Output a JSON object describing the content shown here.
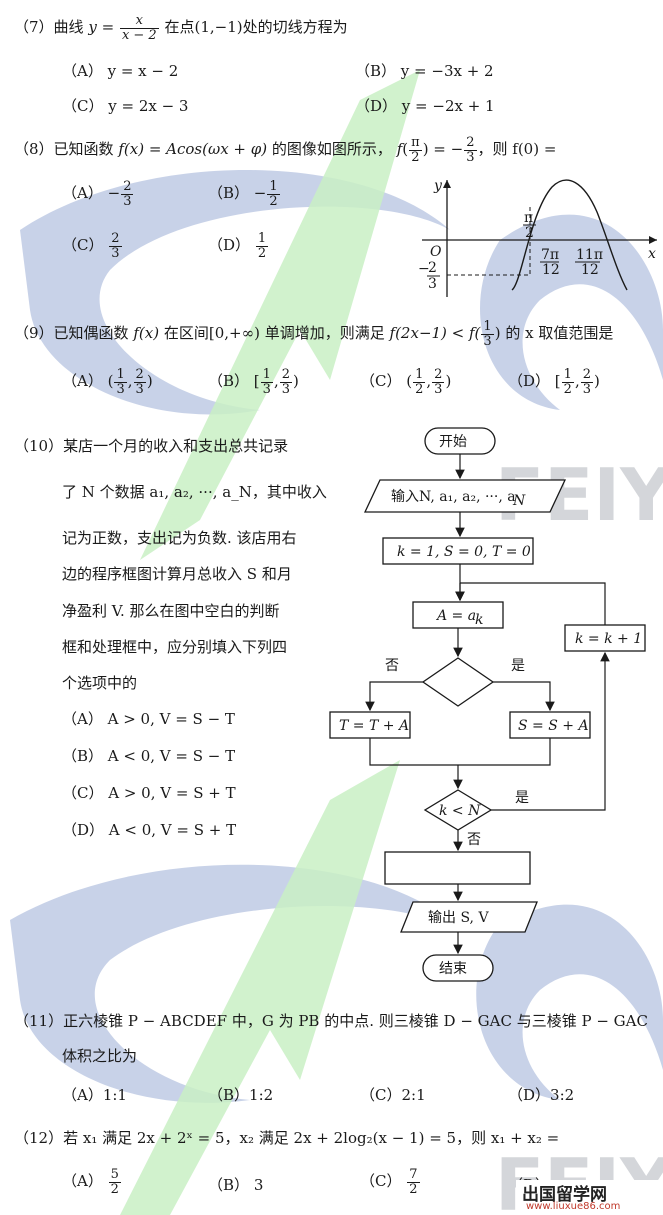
{
  "q7": {
    "num": "（7）",
    "stem_a": "曲线",
    "stem_b": "在点",
    "point": "(1,−1)",
    "stem_c": "处的切线方程为",
    "options": [
      "（A）  y = x − 2",
      "（B）  y = −3x + 2",
      "（C）  y = 2x − 3",
      "（D）  y = −2x + 1"
    ]
  },
  "q8": {
    "num": "（8）",
    "stem_a": "已知函数",
    "stem_b": "f(x) = Acos(ωx + φ)",
    "stem_c": "的图像如图所示，",
    "stem_d": "，则 f(0) =",
    "labels": [
      "（A）",
      "（B）",
      "（C）",
      "（D）"
    ],
    "graph": {
      "y": "y",
      "x": "x",
      "o": "O",
      "t1n": "π",
      "t1d": "2",
      "t2n": "7π",
      "t2d": "12",
      "t3n": "11π",
      "t3d": "12",
      "ymn": "2",
      "ymd": "3",
      "minus": "−"
    }
  },
  "q9": {
    "num": "（9）",
    "stem_a": "已知偶函数",
    "stem_b": "f(x)",
    "stem_c": "在区间",
    "interval": "[0,+∞)",
    "stem_d": "单调增加，则满足",
    "stem_e": "f(2x−1) < f(",
    "stem_f": ") 的 x 取值范围是",
    "labels": [
      "（A）",
      "（B）",
      "（C）",
      "（D）"
    ]
  },
  "q10": {
    "num": "（10）",
    "lines": [
      "某店一个月的收入和支出总共记录",
      "了 N 个数据 a₁, a₂, ···, a_N，其中收入",
      "记为正数，支出记为负数. 该店用右",
      "边的程序框图计算月总收入 S 和月",
      "净盈利 V. 那么在图中空白的判断",
      "框和处理框中，应分别填入下列四",
      "个选项中的"
    ],
    "options": [
      "（A）  A > 0,  V = S − T",
      "（B）  A < 0,  V = S − T",
      "（C）  A > 0,  V = S + T",
      "（D）  A < 0,  V = S + T"
    ],
    "flow": {
      "start": "开始",
      "input": "输入N, a₁, a₂, ···, a",
      "input_sub": "N",
      "init": "k = 1, S = 0, T = 0",
      "assign": "A = a",
      "assign_sub": "k",
      "no": "否",
      "yes": "是",
      "t_box": "T = T + A",
      "s_box": "S = S + A",
      "inc": "k = k + 1",
      "cond": "k < N",
      "yes2": "是",
      "no2": "否",
      "output": "输出 S, V",
      "end": "结束"
    }
  },
  "q11": {
    "num": "（11）",
    "line1": "正六棱锥 P − ABCDEF 中，G 为 PB 的中点. 则三棱锥 D − GAC 与三棱锥 P − GAC",
    "line2": "体积之比为",
    "options": [
      "（A）1:1",
      "（B）1:2",
      "（C）2:1",
      "（D）3:2"
    ]
  },
  "q12": {
    "num": "（12）",
    "stem": "若 x₁ 满足 2x + 2ˣ = 5，x₂ 满足 2x + 2log₂(x − 1) = 5，则 x₁ + x₂ =",
    "labels": [
      "（A）",
      "（B）",
      "（C）",
      "（D）"
    ],
    "b_val": "3"
  },
  "watermark": {
    "text1": "FEIY",
    "text2": "FEIY",
    "color_blue": "#b6c3e0",
    "color_green": "#c9f0c4"
  },
  "corner": {
    "title": "出国留学网",
    "url": "www.liuxue86.com"
  }
}
